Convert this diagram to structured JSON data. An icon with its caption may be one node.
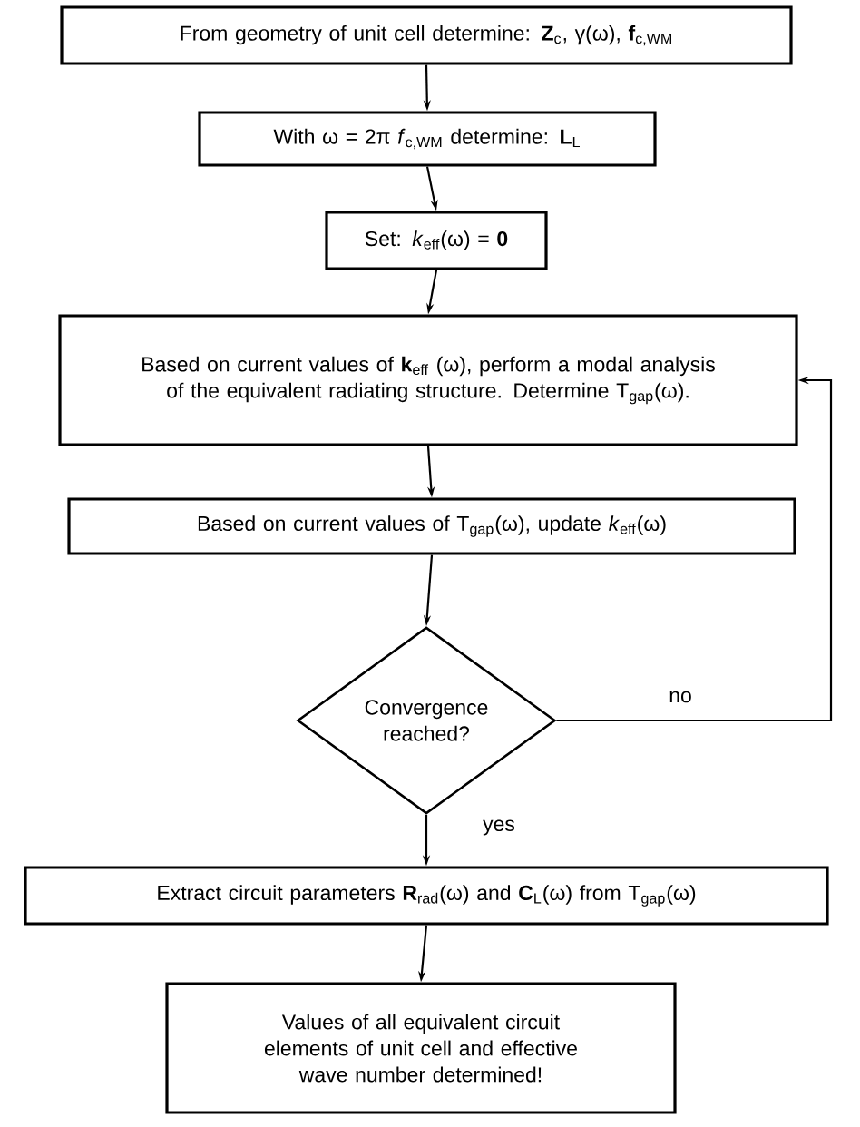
{
  "diagram": {
    "nodes": [
      {
        "text": [
          "From geometry of unit cell determine: **Z**$_{c}$, γ(ω), **f**$_{c,WM}$"
        ]
      },
      {
        "text": [
          "With ω = 2π *f*$_{c,WM}$ determine: **L**$_{L}$"
        ]
      },
      {
        "text": [
          "Set: *k*$_{eff}$(ω) = **0**"
        ]
      },
      {
        "text": [
          "Based on current values of **k**$_{eff}$ (ω), perform a modal analysis of the equivalent radiating structure. Determine T$_{gap}$(ω)."
        ]
      },
      {
        "text": [
          "Based on current values of T$_{gap}$(ω), update *k*$_{eff}$(ω)"
        ]
      },
      {
        "text": [
          "Convergence reached?"
        ]
      },
      {
        "text": [
          "Extract circuit parameters **R**$_{rad}$(ω) and **C**$_{L}$(ω) from T$_{gap}$(ω)"
        ]
      },
      {
        "text": [
          "Values of all equivalent circuit elements of unit cell and effective wave number determined!"
        ]
      }
    ],
    "edges": [
      {
        "from": 0,
        "to": 1,
        "arrow": "to"
      },
      {
        "from": 1,
        "to": 2,
        "arrow": "to"
      },
      {
        "from": 2,
        "to": 3,
        "arrow": "to"
      },
      {
        "from": 3,
        "to": 4,
        "arrow": "to"
      },
      {
        "from": 4,
        "to": 5,
        "arrow": "to"
      },
      {
        "from": 5,
        "to": 6,
        "arrow": "to",
        "label": "yes"
      },
      {
        "from": 5,
        "to": 3,
        "arrow": "to",
        "label": "no"
      },
      {
        "from": 6,
        "to": 7,
        "arrow": "to"
      }
    ]
  }
}
